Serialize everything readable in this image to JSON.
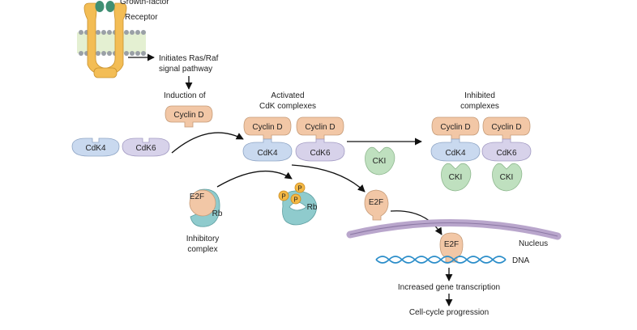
{
  "labels": {
    "growth_factor": "Growth-factor",
    "receptor": "Receptor",
    "ras_raf_1": "Initiates Ras/Raf",
    "ras_raf_2": "signal pathway",
    "induction": "Induction of",
    "activated_1": "Activated",
    "activated_2": "CdK complexes",
    "inhibited_1": "Inhibited",
    "inhibited_2": "complexes",
    "inhibitory_1": "Inhibitory",
    "inhibitory_2": "complex",
    "nucleus": "Nucleus",
    "dna": "DNA",
    "gene_transcription": "Increased gene transcription",
    "cell_cycle": "Cell-cycle progression"
  },
  "molecules": {
    "cyclin_d": "Cyclin D",
    "cdk4": "CdK4",
    "cdk6": "CdK6",
    "cki": "CKI",
    "e2f": "E2F",
    "rb": "Rb",
    "phosphate": "P"
  },
  "colors": {
    "cyclin": "#f2c7a6",
    "cdk4": "#c9d9ef",
    "cdk6": "#d7d2ea",
    "cki": "#bfe0bf",
    "rb": "#8fcbcd",
    "e2f": "#f2c7a6",
    "phosphate": "#f4b844",
    "receptor": "#f3bd55",
    "growth_factor": "#3f8f73",
    "membrane_band": "#e4f0d2",
    "nucleus_membrane": "#b9a6cc",
    "dna_strand": "#2a8dc9"
  }
}
